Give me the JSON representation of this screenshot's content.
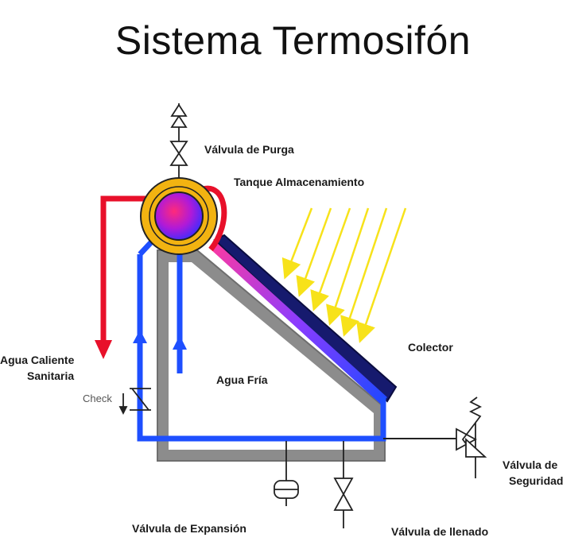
{
  "title": "Sistema Termosifón",
  "labels": {
    "purga": "Válvula de Purga",
    "tanque": "Tanque Almacenamiento",
    "colector": "Colector",
    "agua_caliente_1": "Agua Caliente",
    "agua_caliente_2": "Sanitaria",
    "agua_fria": "Agua Fría",
    "check": "Check",
    "seguridad_1": "Válvula  de",
    "seguridad_2": "Seguridad",
    "expansion": "Válvula  de Expansión",
    "llenado": "Válvula  de llenado"
  },
  "colors": {
    "hot": "#e8102a",
    "cold": "#1e4fff",
    "frame": "#8c8c8c",
    "tank_outer": "#f2b311",
    "sun_rays": "#f7e21a",
    "collector": "#161a6e"
  }
}
